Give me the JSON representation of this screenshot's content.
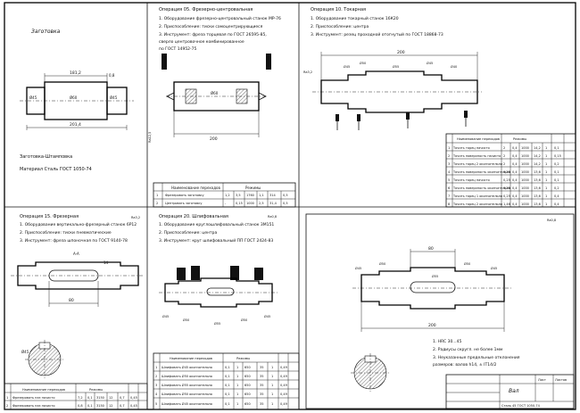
{
  "panels": {
    "blank": {
      "title": "Заготовка",
      "dims": {
        "total": "201,4",
        "inner": "181,2",
        "chamfer": "0,8",
        "d_main": "Ø60",
        "d_left": "Ø45",
        "d_right": "Ø45"
      },
      "spec_title": "Заготовка-Штамповка",
      "material": "Материал Сталь ГОСТ 1050-74"
    },
    "op05": {
      "title": "Операция 05. Фрезерно-центровальная",
      "steps": [
        "1. Оборудование фрезерно-центровальный станок МР-76",
        "2. Приспособление: тиски самоцентрирующиеся",
        "3. Инструмент: фреза торцевая по ГОСТ 26595-85,",
        "   сверло центровочное комбинированное",
        "   по ГОСТ 14952-75"
      ],
      "dims": {
        "len": "200",
        "d": "Ø60",
        "ra": "Ra12,5"
      },
      "table": {
        "headers": [
          "",
          "Наименование переходов",
          "Режимы",
          "",
          "",
          "",
          "",
          ""
        ],
        "rows": [
          [
            "1",
            "Фрезеровать заготовку",
            "1,2",
            "3,5",
            "1760",
            "1,1",
            "314",
            "0,5"
          ],
          [
            "2",
            "Центровать заготовку",
            "-",
            "0,15",
            "1000",
            "2,5",
            "31,4",
            "0,5"
          ]
        ]
      }
    },
    "op10": {
      "title": "Операция 10. Токарная",
      "steps": [
        "1. Оборудование токарный станок 16К20",
        "2. Приспособление: центра",
        "3. Инструмент: резец проходной отогнутый по ГОСТ 18868-73"
      ],
      "dims": {
        "len": "200",
        "d1": "Ø45",
        "d2": "Ø50",
        "d3": "Ø55",
        "d4": "Ø45",
        "d5": "Ø40",
        "ra": "Ra3,2"
      },
      "table": {
        "headers": [
          "Наименование переходов",
          "Режимы"
        ],
        "rows": [
          [
            "1",
            "Точить торец начисто",
            "2",
            "0,4",
            "1000",
            "14,2",
            "1",
            "0,1"
          ],
          [
            "2",
            "Точить поверхность начисто",
            "2",
            "0,4",
            "1000",
            "14,2",
            "1",
            "0,15"
          ],
          [
            "3",
            "Точить торец 2 окончательно",
            "2",
            "0,4",
            "1000",
            "14,2",
            "1",
            "0,2"
          ],
          [
            "4",
            "Точить поверхность окончательно",
            "0,25",
            "0,4",
            "1000",
            "13,6",
            "1",
            "0,1"
          ],
          [
            "5",
            "Точить торец начисто",
            "0,25",
            "0,4",
            "1000",
            "13,6",
            "1",
            "0,1"
          ],
          [
            "6",
            "Точить поверхность окончательно",
            "0,25",
            "0,4",
            "1000",
            "13,6",
            "1",
            "0,2"
          ],
          [
            "7",
            "Точить торец 1 окончательно",
            "0,25",
            "0,4",
            "1000",
            "13,6",
            "1",
            "0,4"
          ],
          [
            "8",
            "Точить торец 2 окончательно",
            "1,46",
            "0,4",
            "1000",
            "13,6",
            "1",
            "0,4"
          ]
        ]
      }
    },
    "op15": {
      "title": "Операция 15. Фрезерная",
      "steps": [
        "1. Оборудование вертикально-фрезерный станок 6Р12",
        "2. Приспособление: тиски пневматические",
        "3. Инструмент: фреза шпоночная по ГОСТ 9140-78"
      ],
      "dims": {
        "len": "80",
        "dk": "14",
        "d": "Ø45",
        "ra": "Ra3,2",
        "sec": "A-A"
      },
      "table": {
        "headers": [
          "Наименование переходов",
          "Режимы"
        ],
        "rows": [
          [
            "1",
            "Фрезеровать паз начисто",
            "7,2",
            "0,1",
            "3150",
            "12",
            "0,7",
            "0,45"
          ],
          [
            "2",
            "Фрезеровать паз начисто",
            "0,8",
            "0,1",
            "3150",
            "12",
            "0,7",
            "0,45"
          ]
        ]
      }
    },
    "op20": {
      "title": "Операция 20. Шлифовальная",
      "steps": [
        "1. Оборудование круглошлифовальный станок 3М151",
        "2. Приспособление: центра",
        "3. Инструмент: круг шлифовальный ПП ГОСТ 2424-83"
      ],
      "dims": {
        "d1": "Ø45",
        "d2": "Ø50",
        "d3": "Ø55",
        "d4": "Ø50",
        "d5": "Ø45",
        "ra": "Ra0,8"
      },
      "table": {
        "headers": [
          "Наименование переходов",
          "Режимы"
        ],
        "rows": [
          [
            "1",
            "Шлифовать Ø45 окончательно",
            "0,1",
            "1",
            "650",
            "35",
            "1",
            "0,49"
          ],
          [
            "2",
            "Шлифовать Ø50 окончательно",
            "0,1",
            "1",
            "650",
            "35",
            "1",
            "0,49"
          ],
          [
            "3",
            "Шлифовать Ø55 окончательно",
            "0,1",
            "1",
            "650",
            "35",
            "1",
            "0,49"
          ],
          [
            "4",
            "Шлифовать Ø50 окончательно",
            "0,1",
            "1",
            "650",
            "35",
            "1",
            "0,49"
          ],
          [
            "5",
            "Шлифовать Ø45 окончательно",
            "0,1",
            "1",
            "650",
            "35",
            "1",
            "0,49"
          ]
        ]
      }
    },
    "part": {
      "dims": {
        "len": "200",
        "key": "80",
        "d1": "Ø45",
        "d2": "Ø50",
        "d3": "Ø55",
        "d4": "Ø50",
        "d5": "Ø45",
        "ra": "Ra0,8"
      },
      "notes": [
        "1. HRC 30...45",
        "2. Радиусы скругл. не более 1мм",
        "3. Неуказанные предельные отклонения",
        "   размеров: валов h14, ± IT14/2"
      ],
      "stamp": {
        "name": "Вал",
        "material": "Сталь 45 ГОСТ 1050-74",
        "sheet": "Лист",
        "sheets": "Листов"
      }
    }
  },
  "colors": {
    "ink": "#111111",
    "paper": "#ffffff"
  }
}
